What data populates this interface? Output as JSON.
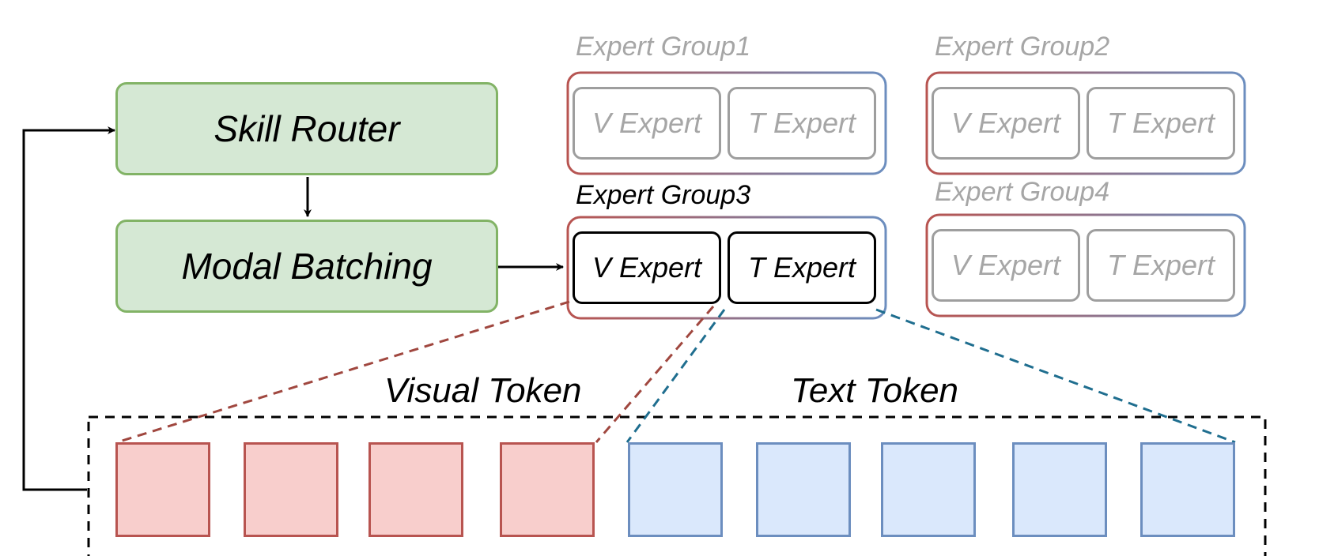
{
  "colors": {
    "router_fill": "#d5e8d4",
    "router_stroke": "#82b366",
    "visual_fill": "#f8cecc",
    "visual_stroke": "#b85450",
    "text_fill": "#dae8fc",
    "text_stroke": "#6c8ebf",
    "inactive_text": "#a6a6a6",
    "dashed_visual": "#a0473f",
    "dashed_text": "#1f6e8f"
  },
  "nodes": {
    "skill_router": "Skill Router",
    "modal_batching": "Modal Batching"
  },
  "groups": [
    {
      "label": "Expert Group1",
      "v_expert": "V Expert",
      "t_expert": "T Expert",
      "active": false
    },
    {
      "label": "Expert Group2",
      "v_expert": "V Expert",
      "t_expert": "T Expert",
      "active": false
    },
    {
      "label": "Expert Group3",
      "v_expert": "V Expert",
      "t_expert": "T Expert",
      "active": true
    },
    {
      "label": "Expert Group4",
      "v_expert": "V Expert",
      "t_expert": "T Expert",
      "active": false
    }
  ],
  "tokens": {
    "visual_label": "Visual Token",
    "text_label": "Text Token",
    "visual_count": 4,
    "text_count": 5
  }
}
